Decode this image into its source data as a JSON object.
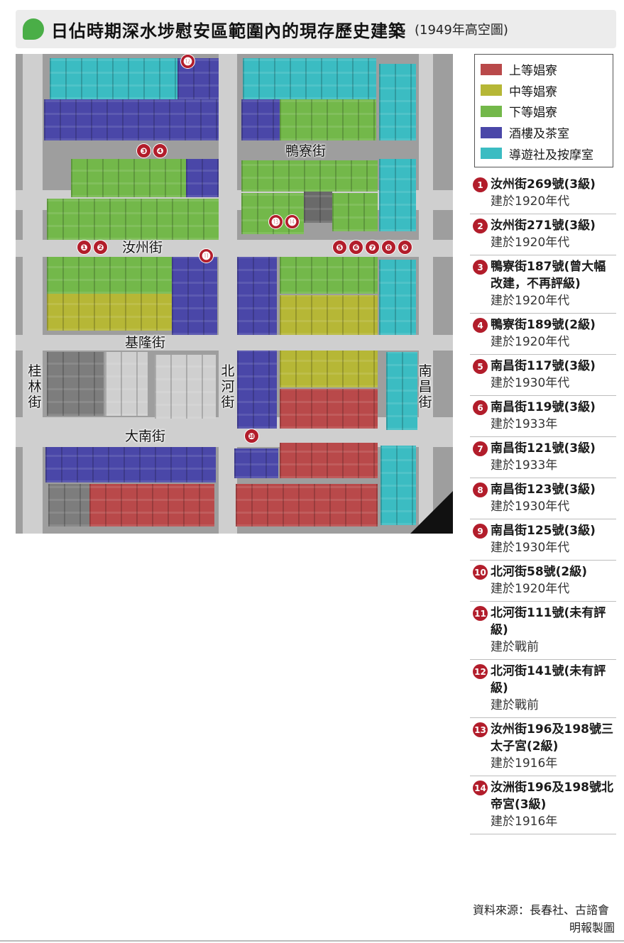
{
  "title": {
    "main": "日佔時期深水埗慰安區範圍內的現存歷史建築",
    "sub": "(1949年高空圖)"
  },
  "colors": {
    "top_grade": "#b9494a",
    "mid_grade": "#b6b736",
    "low_grade": "#73b84a",
    "restaurants": "#4a47a8",
    "guides_massage": "#3bbcc2",
    "pin": "#b21d2b",
    "title_dot": "#4aae47"
  },
  "legend": [
    {
      "label": "上等娼寮",
      "color": "#b9494a"
    },
    {
      "label": "中等娼寮",
      "color": "#b6b736"
    },
    {
      "label": "下等娼寮",
      "color": "#73b84a"
    },
    {
      "label": "酒樓及茶室",
      "color": "#4a47a8"
    },
    {
      "label": "導遊社及按摩室",
      "color": "#3bbcc2"
    }
  ],
  "streets": {
    "ap_liu": "鴨寮街",
    "yu_chau": "汝州街",
    "ki_lung": "基隆街",
    "kweilin": "桂林街",
    "pei_ho": "北河街",
    "nam_cheong": "南昌街",
    "tai_nan": "大南街"
  },
  "pins": [
    "❶",
    "❷",
    "❸",
    "❹",
    "❺",
    "❻",
    "❼",
    "❽",
    "❾",
    "❿",
    "⓫",
    "⓬",
    "⓭",
    "⓮"
  ],
  "items": [
    {
      "num": "1",
      "title": "汝州街269號(3級)",
      "built": "建於1920年代"
    },
    {
      "num": "2",
      "title": "汝州街271號(3級)",
      "built": "建於1920年代"
    },
    {
      "num": "3",
      "title": "鴨寮街187號(曾大幅改建，不再評級)",
      "built": "建於1920年代"
    },
    {
      "num": "4",
      "title": "鴨寮街189號(2級)",
      "built": "建於1920年代"
    },
    {
      "num": "5",
      "title": "南昌街117號(3級)",
      "built": "建於1930年代"
    },
    {
      "num": "6",
      "title": "南昌街119號(3級)",
      "built": "建於1933年"
    },
    {
      "num": "7",
      "title": "南昌街121號(3級)",
      "built": "建於1933年"
    },
    {
      "num": "8",
      "title": "南昌街123號(3級)",
      "built": "建於1930年代"
    },
    {
      "num": "9",
      "title": "南昌街125號(3級)",
      "built": "建於1930年代"
    },
    {
      "num": "10",
      "title": "北河街58號(2級)",
      "built": "建於1920年代"
    },
    {
      "num": "11",
      "title": "北河街111號(未有評級)",
      "built": "建於戰前"
    },
    {
      "num": "12",
      "title": "北河街141號(未有評級)",
      "built": "建於戰前"
    },
    {
      "num": "13",
      "title": "汝州街196及198號三太子宮(2級)",
      "built": "建於1916年"
    },
    {
      "num": "14",
      "title": "汝洲街196及198號北帝宮(3級)",
      "built": "建於1916年"
    }
  ],
  "source": {
    "label": "資料來源：長春社、古諮會",
    "credit": "明報製圖"
  }
}
